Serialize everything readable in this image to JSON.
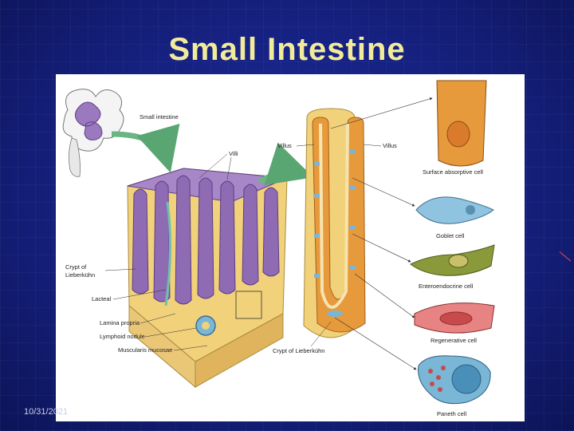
{
  "slide": {
    "title": "Small Intestine",
    "date": "10/31/2021"
  },
  "figure": {
    "labels": {
      "small_intestine": "Small intestine",
      "villi": "Villi",
      "villus_left": "Villus",
      "villus_right": "Villus",
      "crypt_lieberkuhn_line1": "Crypt of",
      "crypt_lieberkuhn_line2": "Lieberkühn",
      "lacteal": "Lacteal",
      "lamina_propria": "Lamina propria",
      "lymphoid_nodule": "Lymphoid nodule",
      "muscularis_mucosae": "Muscularis mucosae",
      "crypt_bottom": "Crypt of Lieberkühn",
      "surface_absorptive_cell": "Surface absorptive cell",
      "goblet_cell": "Goblet cell",
      "enteroendocrine_cell": "Enteroendocrine cell",
      "regenerative_cell": "Regenerative cell",
      "paneth_cell": "Paneth cell"
    }
  },
  "colors": {
    "title": "#f2ec9a",
    "background": "#15207e",
    "villus_purple": "#8e6bb3",
    "tissue_yellow": "#f1d27a",
    "cell_orange": "#e79a3c",
    "goblet_blue": "#8fc3df",
    "entero_green": "#8a9a3a",
    "regen_pink": "#e78383",
    "paneth_blue": "#7ab6d6",
    "arrow_green": "#6bb583"
  }
}
